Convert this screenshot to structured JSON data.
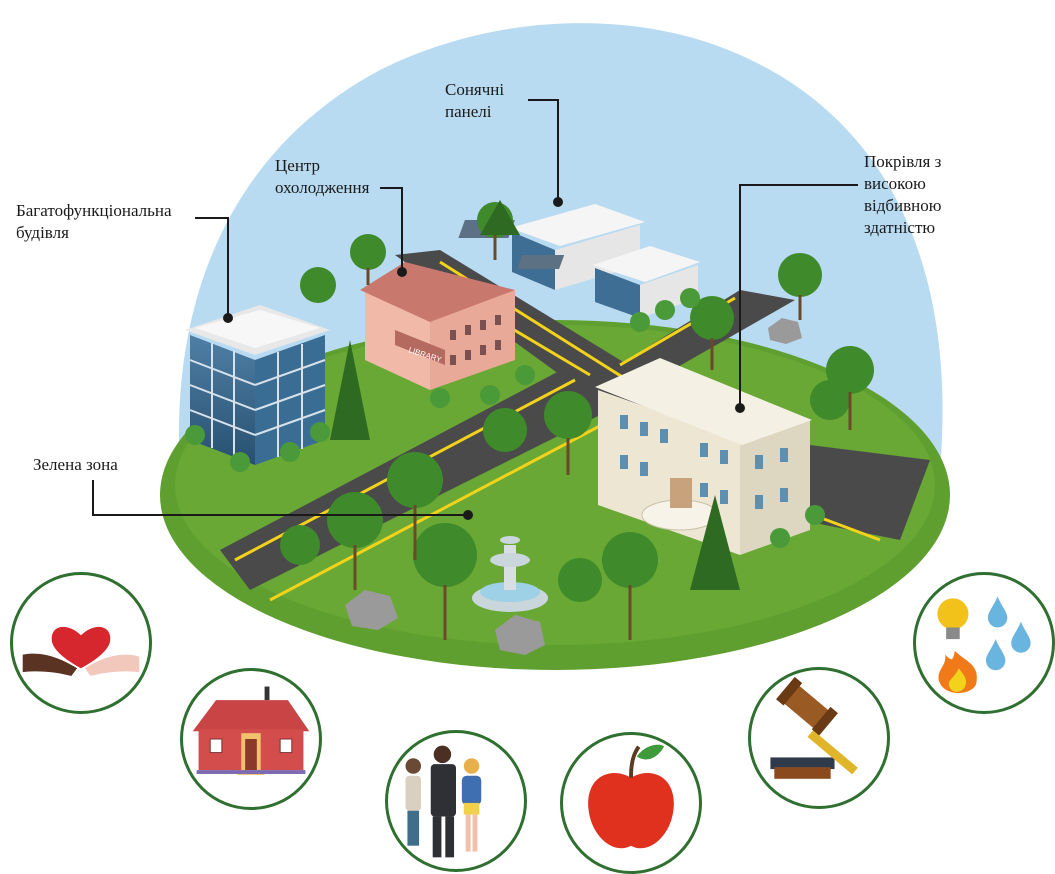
{
  "callouts": {
    "multifunctional": "Багатофункціональна\nбудівля",
    "cooling": "Центр\nохолодження",
    "solar": "Сонячні\nпанелі",
    "roof": "Покрівля з\nвисокою\nвідбивною\nздатністю",
    "green": "Зелена зона"
  },
  "signs": {
    "library": "LIBRARY"
  },
  "colors": {
    "sky": "#b9dbf2",
    "grass": "#5f9f2f",
    "road": "#4a4a4a",
    "lane": "#f2d21a",
    "circle_border": "#2f6f2f"
  },
  "icons": [
    "caring-hands-heart-icon",
    "house-icon",
    "people-group-icon",
    "apple-icon",
    "gavel-icon",
    "lightbulb-water-fire-icon"
  ]
}
